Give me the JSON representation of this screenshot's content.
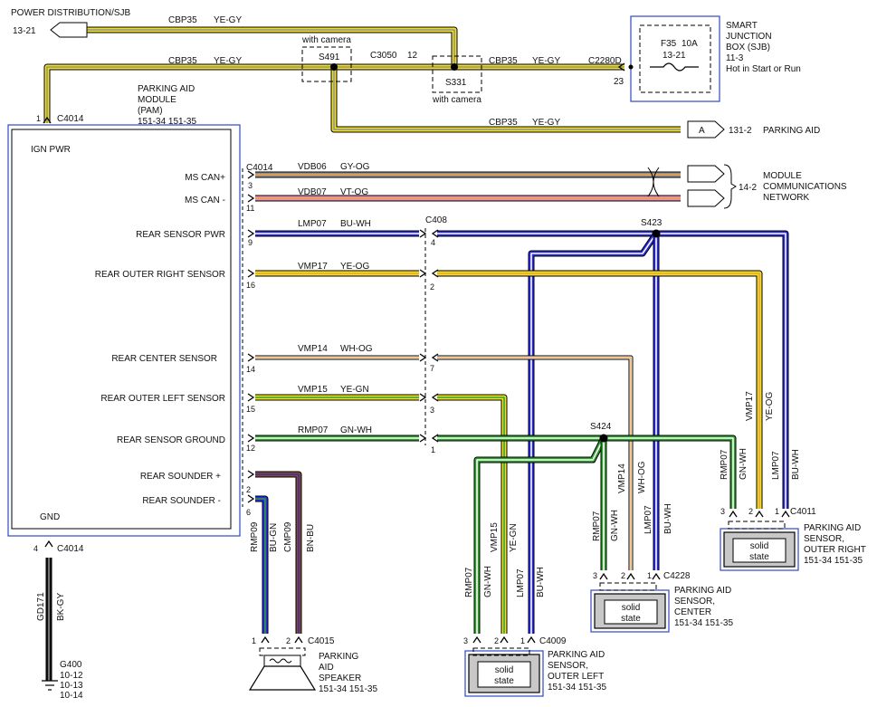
{
  "colors": {
    "YE": "#f0e020",
    "BU": "#2a2ae8",
    "GN": "#30a030",
    "BN": "#8b4a1a",
    "VT": "#e890b0",
    "WH": "#ffffff",
    "OG": "#f0a040",
    "GY": "#909090",
    "BK": "#111111",
    "RD": "#c02040",
    "box_blue": "#3048c8"
  },
  "power_dist": {
    "label": "POWER DISTRIBUTION/SJB",
    "ref": "13-21"
  },
  "sjb": {
    "title_lines": [
      "SMART",
      "JUNCTION",
      "BOX (SJB)",
      "11-3"
    ],
    "fuse": "F35",
    "amps": "10A",
    "fuse_ref": "13-21",
    "hot_text": "Hot in Start or Run",
    "connector": "C2280D",
    "pin": "23"
  },
  "wire_labels": {
    "top_circuit": "CBP35",
    "top_color": "YE-GY",
    "main_circuit": "CBP35",
    "main_color": "YE-GY",
    "mid_circuit": "CBP35",
    "mid_color": "YE-GY",
    "aid_circuit": "CBP35",
    "aid_color": "YE-GY",
    "c3050": "C3050",
    "c3050_pin": "12"
  },
  "splices": {
    "s491": "S491",
    "s491_note": "with camera",
    "s331": "S331",
    "s331_note": "with camera",
    "s423": "S423",
    "s424": "S424"
  },
  "parking_aid_ref": {
    "letter": "A",
    "ref": "131-2",
    "label": "PARKING AID"
  },
  "pam": {
    "title_lines": [
      "PARKING AID",
      "MODULE",
      "(PAM)",
      "151-34   151-35"
    ],
    "top_pin": "1",
    "top_connector": "C4014",
    "ign_pwr": "IGN PWR",
    "gnd": "GND",
    "bottom_pin": "4",
    "bottom_connector": "C4014",
    "rows": [
      {
        "label": "MS CAN+",
        "pin": "3",
        "circuit": "VDB06",
        "color": "GY-OG"
      },
      {
        "label": "MS CAN -",
        "pin": "11",
        "circuit": "VDB07",
        "color": "VT-OG"
      },
      {
        "label": "REAR SENSOR PWR",
        "pin": "9",
        "circuit": "LMP07",
        "color": "BU-WH"
      },
      {
        "label": "REAR OUTER RIGHT SENSOR",
        "pin": "16",
        "circuit": "VMP17",
        "color": "YE-OG"
      },
      {
        "label": "REAR CENTER SENSOR",
        "pin": "14",
        "circuit": "VMP14",
        "color": "WH-OG"
      },
      {
        "label": "REAR OUTER LEFT SENSOR",
        "pin": "15",
        "circuit": "VMP15",
        "color": "YE-GN"
      },
      {
        "label": "REAR SENSOR GROUND",
        "pin": "12",
        "circuit": "RMP07",
        "color": "GN-WH"
      },
      {
        "label": "REAR SOUNDER +",
        "pin": "2"
      },
      {
        "label": "REAR SOUNDER -",
        "pin": "6"
      }
    ],
    "connector_mid": "C4014"
  },
  "c408": {
    "name": "C408",
    "pins": [
      "4",
      "2",
      "7",
      "3",
      "1"
    ]
  },
  "network": {
    "ref": "14-2",
    "title_lines": [
      "MODULE",
      "COMMUNICATIONS",
      "NETWORK"
    ]
  },
  "ground": {
    "circuit": "GD171",
    "color": "BK-GY",
    "name": "G400",
    "refs": [
      "10-12",
      "10-13",
      "10-14"
    ]
  },
  "speaker": {
    "title_lines": [
      "PARKING",
      "AID",
      "SPEAKER",
      "151-34   151-35"
    ],
    "connector": "C4015",
    "pin1": "1",
    "pin2": "2",
    "w1_circuit": "RMP09",
    "w1_color": "BU-GN",
    "w2_circuit": "CMP09",
    "w2_color": "BN-BU"
  },
  "sensor_left": {
    "title_lines": [
      "PARKING AID",
      "SENSOR,",
      "OUTER LEFT",
      "151-34   151-35"
    ],
    "connector": "C4009",
    "pins": [
      "3",
      "2",
      "1"
    ],
    "body": "solid",
    "body2": "state",
    "wires": [
      {
        "circuit": "RMP07",
        "color": "GN-WH"
      },
      {
        "circuit": "VMP15",
        "color": "YE-GN"
      },
      {
        "circuit": "LMP07",
        "color": "BU-WH"
      }
    ]
  },
  "sensor_center": {
    "title_lines": [
      "PARKING AID",
      "SENSOR,",
      "CENTER",
      "151-34   151-35"
    ],
    "connector": "C4228",
    "pins": [
      "3",
      "2",
      "1"
    ],
    "body": "solid",
    "body2": "state",
    "wires": [
      {
        "circuit": "RMP07",
        "color": "GN-WH"
      },
      {
        "circuit": "VMP14",
        "color": "WH-OG"
      },
      {
        "circuit": "LMP07",
        "color": "BU-WH"
      }
    ]
  },
  "sensor_right": {
    "title_lines": [
      "PARKING AID",
      "SENSOR,",
      "OUTER RIGHT",
      "151-34   151-35"
    ],
    "connector": "C4011",
    "pins": [
      "3",
      "2",
      "1"
    ],
    "body": "solid",
    "body2": "state",
    "wires": [
      {
        "circuit": "RMP07",
        "color": "GN-WH"
      },
      {
        "circuit": "VMP17",
        "color": "YE-OG"
      },
      {
        "circuit": "LMP07",
        "color": "BU-WH"
      }
    ]
  }
}
